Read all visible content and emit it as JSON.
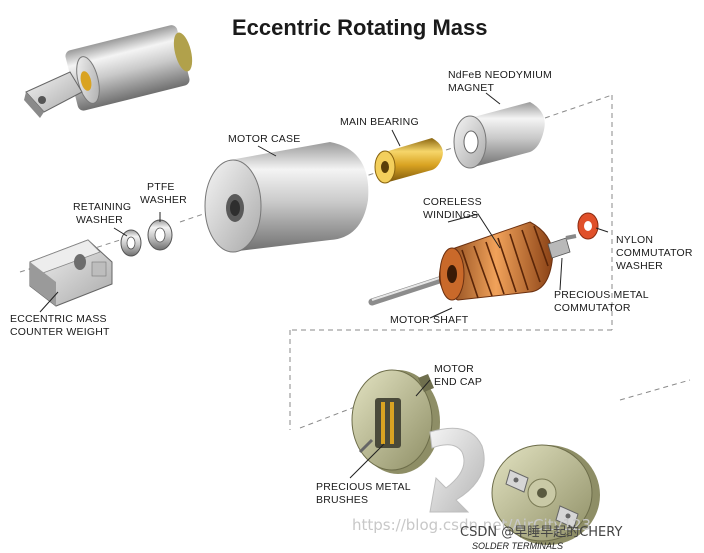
{
  "title": "Eccentric Rotating Mass",
  "labels": {
    "ndfeb_line1": "NdFeB NEODYMIUM",
    "ndfeb_line2": "MAGNET",
    "main_bearing": "MAIN BEARING",
    "motor_case": "MOTOR CASE",
    "retaining_line1": "RETAINING",
    "retaining_line2": "WASHER",
    "ptfe_line1": "PTFE",
    "ptfe_line2": "WASHER",
    "coreless_line1": "CORELESS",
    "coreless_line2": "WINDINGS",
    "nylon_line1": "NYLON",
    "nylon_line2": "COMMUTATOR",
    "nylon_line3": "WASHER",
    "ecc_line1": "ECCENTRIC MASS",
    "ecc_line2": "COUNTER WEIGHT",
    "precious_comm_line1": "PRECIOUS METAL",
    "precious_comm_line2": "COMMUTATOR",
    "motor_shaft": "MOTOR SHAFT",
    "end_cap_line1": "MOTOR",
    "end_cap_line2": "END CAP",
    "brushes_line1": "PRECIOUS METAL",
    "brushes_line2": "BRUSHES",
    "solder_terminals": "SOLDER TERMINALS"
  },
  "watermark": {
    "faint": "https://blog.csdn.net/AirCity123",
    "dark": "CSDN @早睡早起的CHERY"
  },
  "colors": {
    "background": "#ffffff",
    "metal_light": "#f2f2f2",
    "metal_dark": "#8c8c8c",
    "bearing": "#d6a21e",
    "windings": "#d9772b",
    "nylon_washer": "#e0502a",
    "end_cap": "#b9b98a"
  }
}
